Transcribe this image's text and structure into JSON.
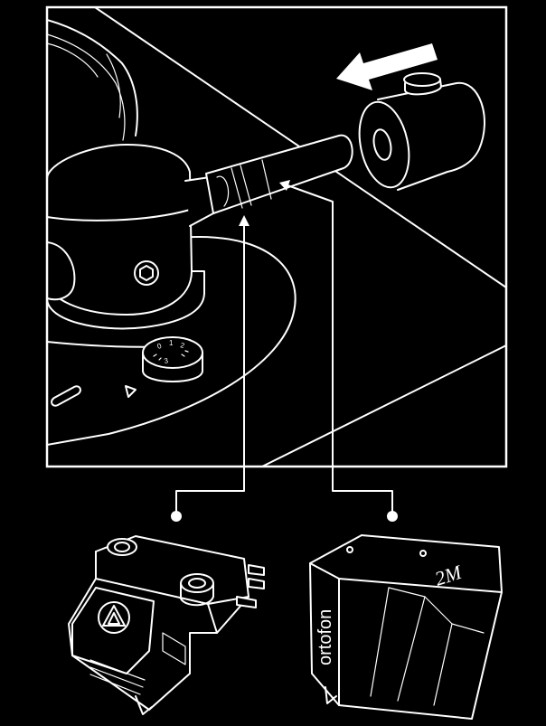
{
  "cartridge_right": {
    "brand": "ortofon",
    "model_mark": "2M"
  },
  "weight_dial": {
    "numbers": [
      "0",
      "1",
      "2",
      "3"
    ]
  }
}
